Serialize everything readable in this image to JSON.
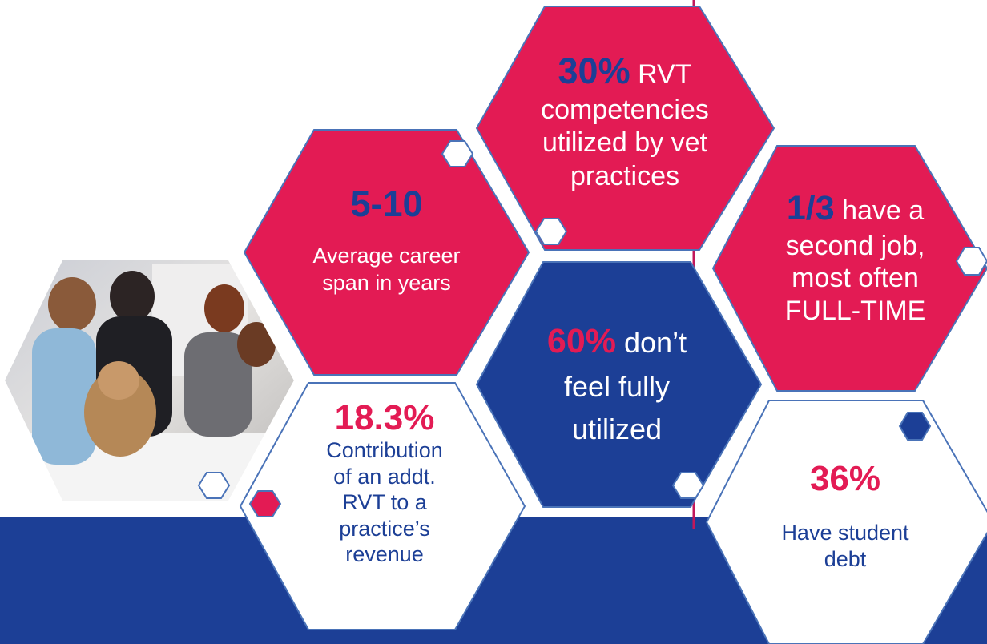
{
  "colors": {
    "pink": "#e31b54",
    "navy": "#1c3f96",
    "outline": "#4a73b8",
    "white": "#ffffff"
  },
  "photo": {
    "description_icon": "vet-team-photo-icon"
  },
  "stats": {
    "s1": {
      "big": "30%",
      "rest": "RVT",
      "line2": "competencies",
      "line3": "utilized by vet",
      "line4": "practices"
    },
    "s2": {
      "big": "5-10",
      "line1": "Average career",
      "line2": "span in years"
    },
    "s3": {
      "big": "1/3",
      "rest": "have a",
      "line2": "second job,",
      "line3": "most often",
      "line4": "FULL-TIME"
    },
    "s4": {
      "big": "60%",
      "rest": "don’t",
      "line2": "feel fully",
      "line3": "utilized"
    },
    "s5": {
      "big": "18.3%",
      "line1": "Contribution",
      "line2": "of an addt.",
      "line3": "RVT to a",
      "line4": "practice’s",
      "line5": "revenue"
    },
    "s6": {
      "big": "36%",
      "line1": "Have student",
      "line2": "debt"
    }
  }
}
